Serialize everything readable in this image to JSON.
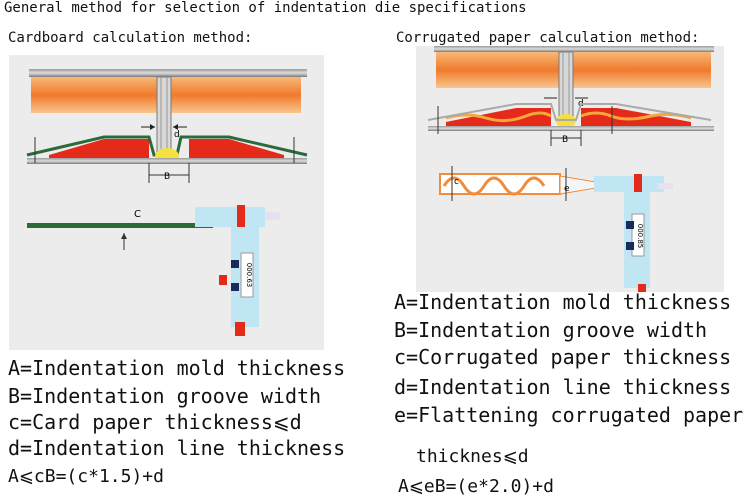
{
  "title": "General method for selection of indentation die specifications",
  "left": {
    "subtitle": "Cardboard calculation method:",
    "diagram_labels": {
      "d": "d",
      "b": "B",
      "c": "C",
      "gauge": "000.63"
    },
    "legend": [
      "A=Indentation mold thickness",
      "B=Indentation groove width",
      "c=Card paper thickness⩽d",
      "d=Indentation line thickness"
    ],
    "formula": "A⩽cB=(c*1.5)+d"
  },
  "right": {
    "subtitle": "Corrugated paper calculation method:",
    "diagram_labels": {
      "d": "d",
      "b": "B",
      "c": "c",
      "e": "e",
      "gauge": "000.85"
    },
    "legend": [
      "A=Indentation mold thickness",
      "B=Indentation groove width",
      "c=Corrugated paper thickness",
      "d=Indentation line thickness",
      "e=Flattening corrugated paper"
    ],
    "legend_cont": "thicknes⩽d",
    "formula": "A⩽eB=(e*2.0)+d"
  },
  "colors": {
    "panel_bg": "#ececec",
    "heater_orange": "#f08c3c",
    "die_red": "#e52a1a",
    "card_green": "#2d6a3a",
    "caliper_blue": "#bfe6f2",
    "yellow": "#f4e040"
  }
}
